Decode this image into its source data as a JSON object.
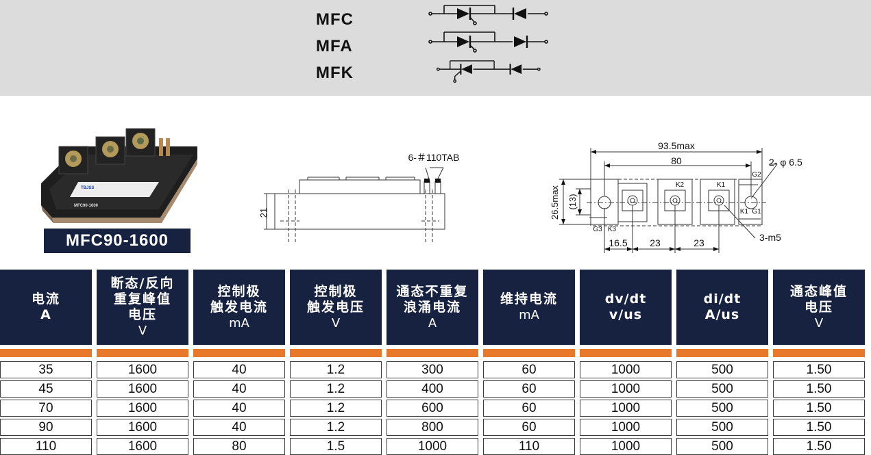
{
  "top": {
    "models": [
      "MFC",
      "MFA",
      "MFK"
    ]
  },
  "product": {
    "model_label": "MFC90-1600",
    "photo_marks": [
      "TBJSS",
      "MFC90-1600"
    ]
  },
  "drawing_side": {
    "tab_label": "6-＃110TAB",
    "height_label": "21"
  },
  "drawing_top": {
    "overall_label": "93.5max",
    "hole_pitch_label": "80",
    "hole_label": "2- φ 6.5",
    "height_label": "26.5max",
    "inner_height_label": "(13)",
    "screw_label": "3-m5",
    "dim_a": "16.5",
    "dim_b": "23",
    "dim_c": "23",
    "terminal_labels": [
      "K2",
      "K1",
      "G2",
      "K1",
      "G1",
      "G3",
      "K3"
    ]
  },
  "table": {
    "headers": [
      {
        "lines": [
          "电流",
          "A"
        ],
        "unit": ""
      },
      {
        "lines": [
          "断态/反向",
          "重复峰值",
          "电压"
        ],
        "unit": "V"
      },
      {
        "lines": [
          "控制极",
          "触发电流"
        ],
        "unit": "mA"
      },
      {
        "lines": [
          "控制极",
          "触发电压"
        ],
        "unit": "V"
      },
      {
        "lines": [
          "通态不重复",
          "浪涌电流"
        ],
        "unit": "A"
      },
      {
        "lines": [
          "维持电流"
        ],
        "unit": "mA"
      },
      {
        "lines": [
          "dv/dt",
          "v/us"
        ],
        "unit": ""
      },
      {
        "lines": [
          "di/dt",
          "A/us"
        ],
        "unit": ""
      },
      {
        "lines": [
          "通态峰值",
          "电压"
        ],
        "unit": "V"
      }
    ],
    "rows": [
      [
        "35",
        "1600",
        "40",
        "1.2",
        "300",
        "60",
        "1000",
        "500",
        "1.50"
      ],
      [
        "45",
        "1600",
        "40",
        "1.2",
        "400",
        "60",
        "1000",
        "500",
        "1.50"
      ],
      [
        "70",
        "1600",
        "40",
        "1.2",
        "600",
        "60",
        "1000",
        "500",
        "1.50"
      ],
      [
        "90",
        "1600",
        "40",
        "1.2",
        "800",
        "60",
        "1000",
        "500",
        "1.50"
      ],
      [
        "110",
        "1600",
        "80",
        "1.5",
        "1000",
        "110",
        "1000",
        "500",
        "1.50"
      ]
    ]
  },
  "colors": {
    "navy": "#16223f",
    "orange": "#e8782a",
    "band": "#dcdcdc"
  }
}
